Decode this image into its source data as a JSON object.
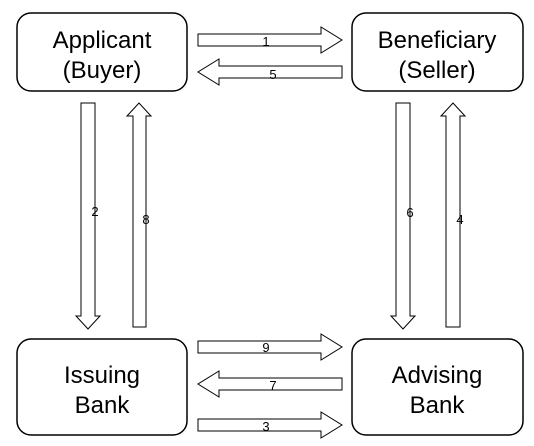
{
  "background": "#ffffff",
  "line_color": "#000000",
  "boxes": {
    "applicant": {
      "line1": "Applicant",
      "line2": "(Buyer)"
    },
    "beneficiary": {
      "line1": "Beneficiary",
      "line2": "(Seller)"
    },
    "issuing": {
      "line1": "Issuing",
      "line2": "Bank"
    },
    "advising": {
      "line1": "Advising",
      "line2": "Bank"
    }
  },
  "arrows": {
    "a1": {
      "label": "1",
      "direction": "right"
    },
    "a5": {
      "label": "5",
      "direction": "left"
    },
    "a2": {
      "label": "2",
      "direction": "down"
    },
    "a8": {
      "label": "8",
      "direction": "up"
    },
    "a6": {
      "label": "6",
      "direction": "down"
    },
    "a4": {
      "label": "4",
      "direction": "up"
    },
    "a9": {
      "label": "9",
      "direction": "right"
    },
    "a7": {
      "label": "7",
      "direction": "left"
    },
    "a3": {
      "label": "3",
      "direction": "right"
    }
  }
}
